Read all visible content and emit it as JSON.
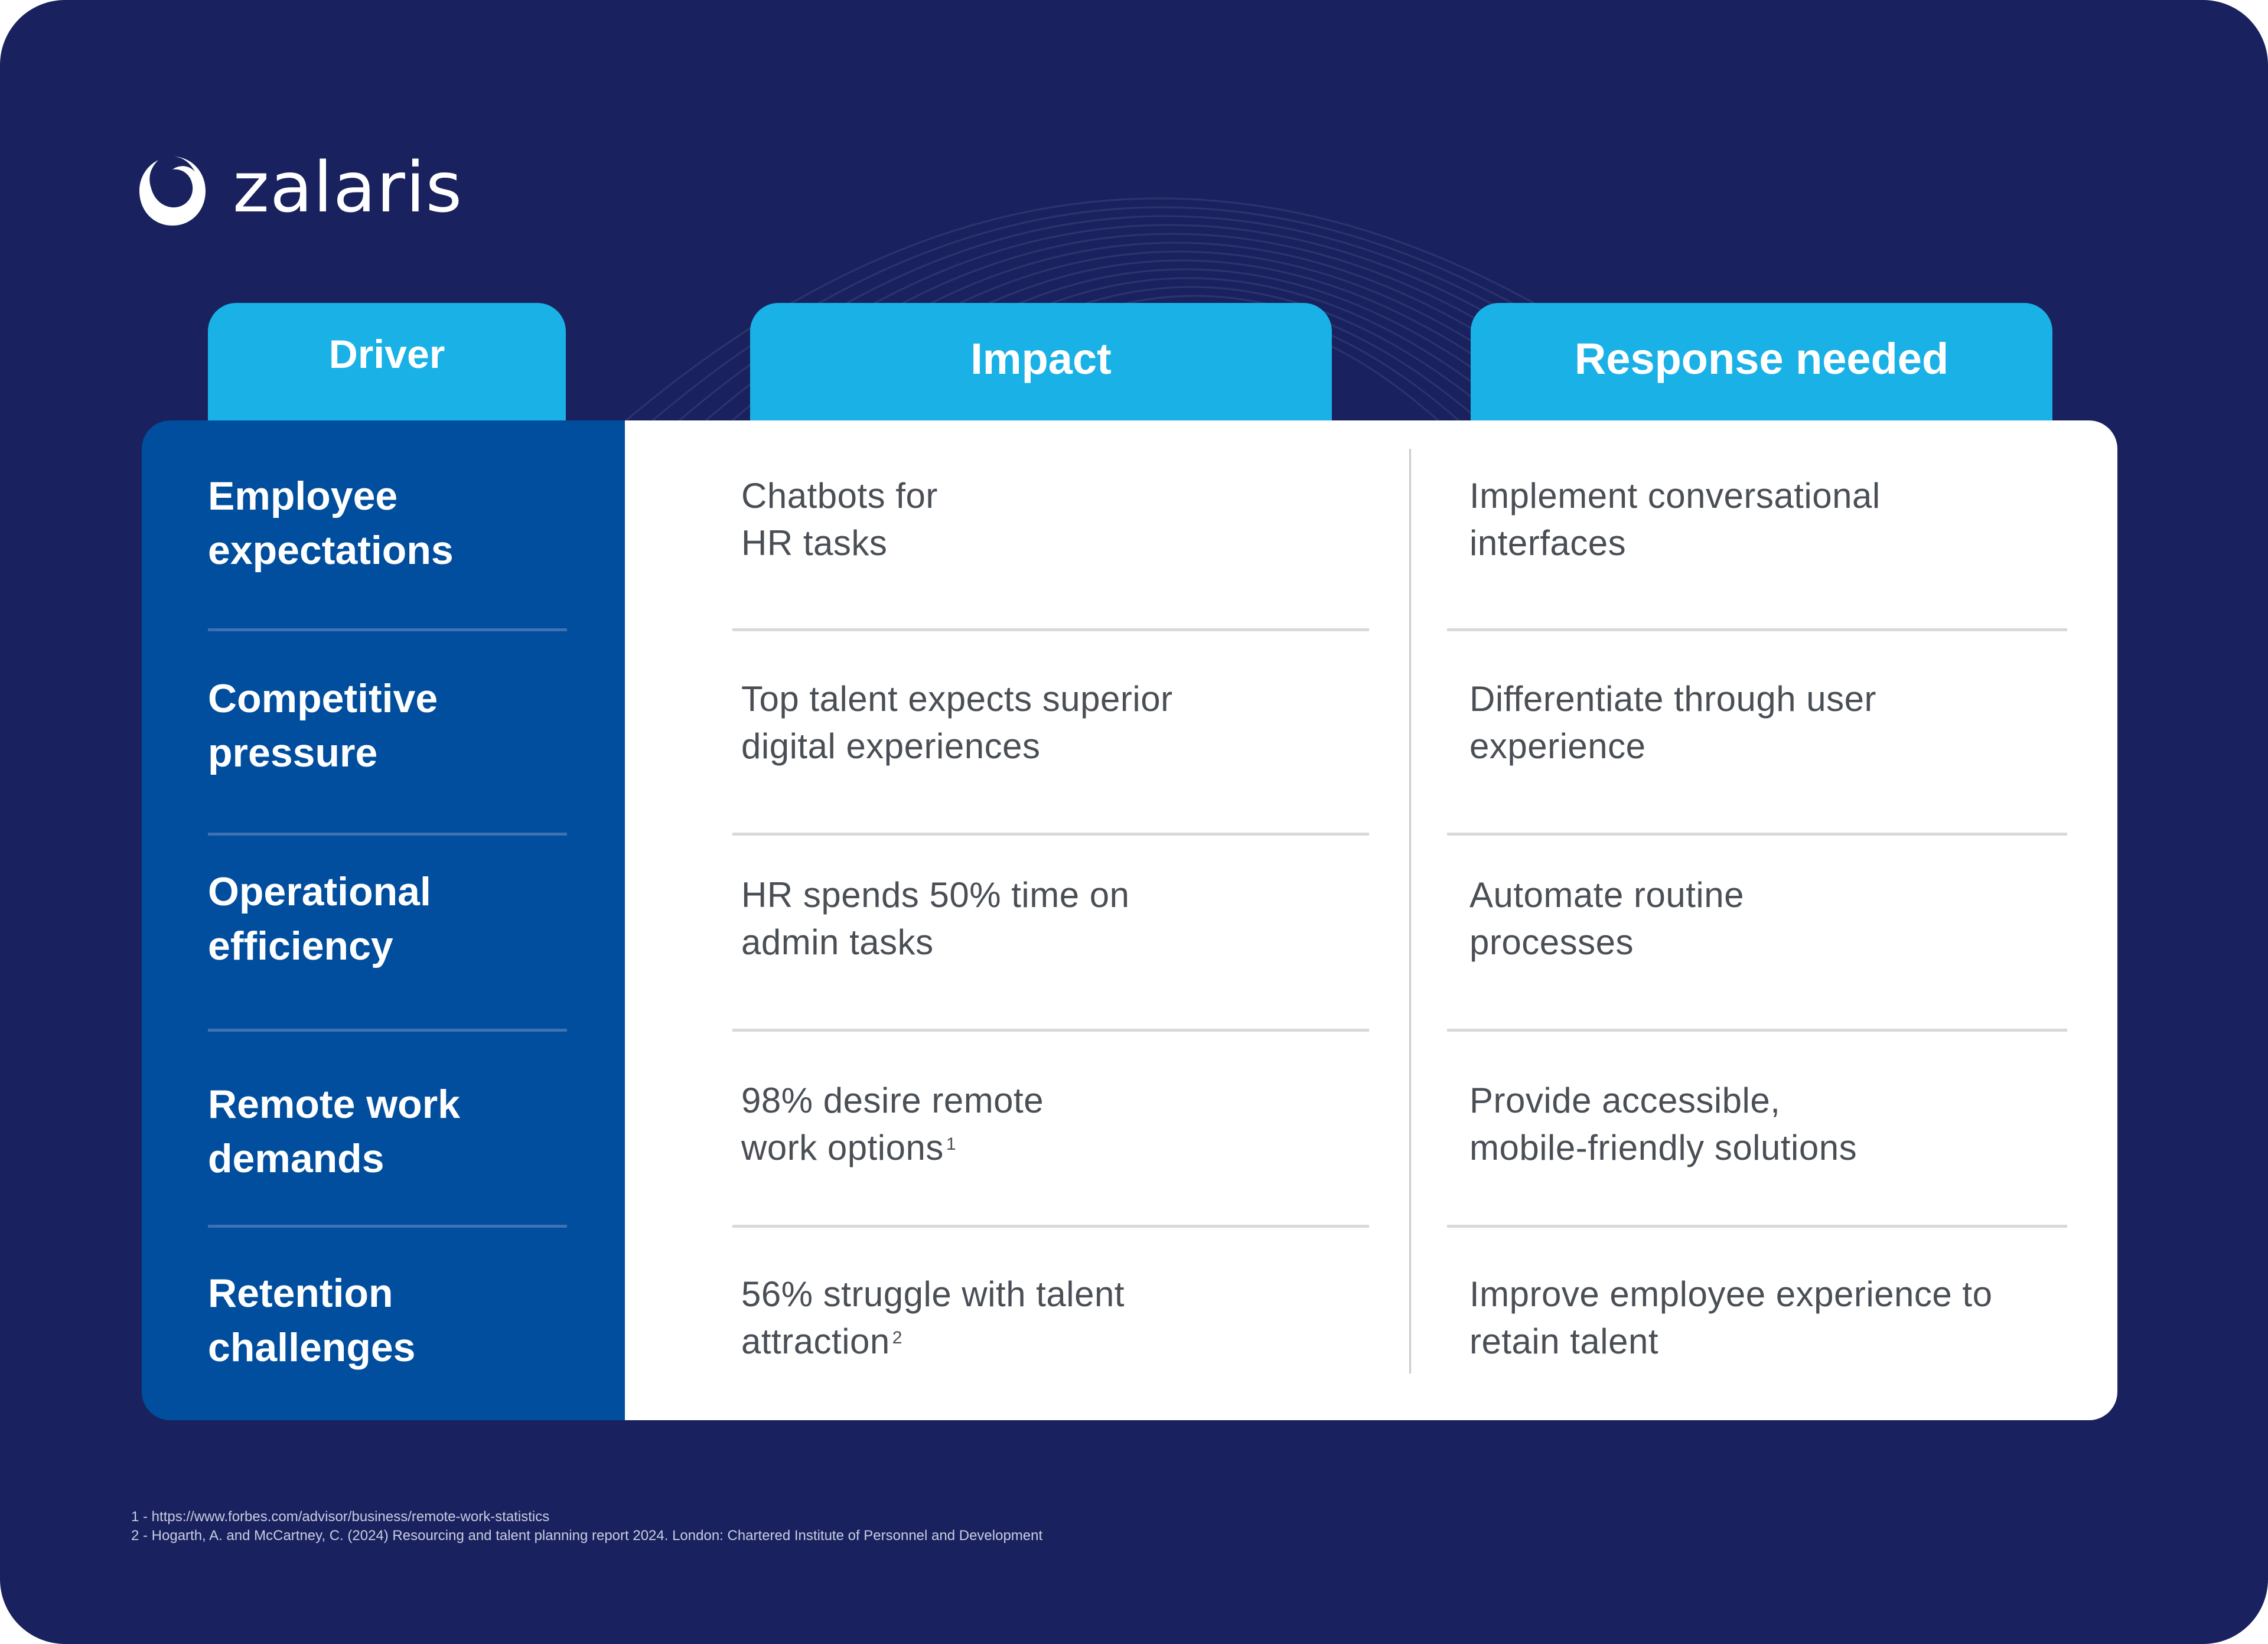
{
  "brand": {
    "name": "zalaris",
    "logo_icon": "zalaris-swirl-logo-icon",
    "colors": {
      "background": "#19225E",
      "tab": "#1AB1E6",
      "driver_panel": "#004E9D",
      "table_body": "#FFFFFF",
      "body_text": "#4A4F56"
    }
  },
  "table": {
    "headers": {
      "driver": "Driver",
      "impact": "Impact",
      "response": "Response needed"
    },
    "rows": [
      {
        "driver": [
          "Employee",
          "expectations"
        ],
        "impact": [
          "Chatbots for",
          "HR tasks"
        ],
        "impact_ref": "",
        "response": [
          "Implement conversational",
          "interfaces"
        ]
      },
      {
        "driver": [
          "Competitive",
          "pressure"
        ],
        "impact": [
          "Top talent expects superior",
          "digital experiences"
        ],
        "impact_ref": "",
        "response": [
          "Differentiate through user",
          "experience"
        ]
      },
      {
        "driver": [
          "Operational",
          "efficiency"
        ],
        "impact": [
          "HR spends 50% time on",
          "admin tasks"
        ],
        "impact_ref": "",
        "response": [
          "Automate routine",
          "processes"
        ]
      },
      {
        "driver": [
          "Remote work",
          "demands"
        ],
        "impact": [
          "98% desire remote",
          "work options"
        ],
        "impact_ref": "1",
        "response": [
          "Provide accessible,",
          "mobile-friendly solutions"
        ]
      },
      {
        "driver": [
          "Retention",
          "challenges"
        ],
        "impact": [
          "56% struggle with talent",
          "attraction"
        ],
        "impact_ref": "2",
        "response": [
          "Improve employee experience to",
          "retain talent"
        ]
      }
    ]
  },
  "footnotes": [
    "1 - https://www.forbes.com/advisor/business/remote-work-statistics",
    "2 - Hogarth, A. and McCartney, C. (2024) Resourcing and talent planning report 2024. London: Chartered Institute of Personnel and Development"
  ]
}
